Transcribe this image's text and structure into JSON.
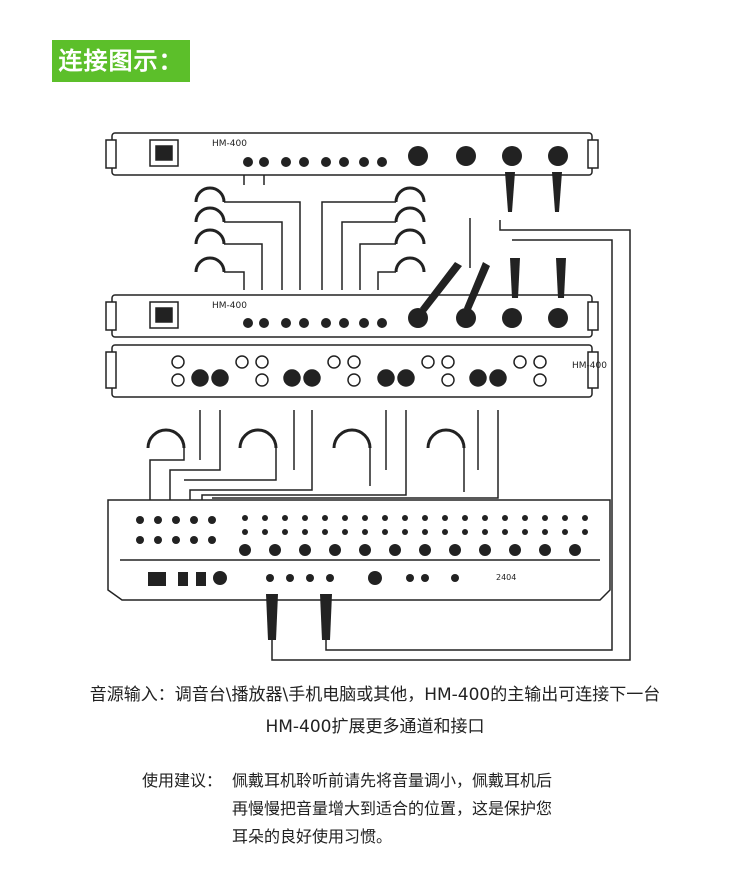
{
  "header": {
    "title": "连接图示："
  },
  "devices": {
    "model_label": "HM-400",
    "mixer_model": "2404"
  },
  "caption": {
    "line1": "音源输入：调音台\\播放器\\手机电脑或其他，HM-400的主输出可连接下一台",
    "line2": "HM-400扩展更多通道和接口"
  },
  "tip": {
    "label": "使用建议：",
    "line1": "佩戴耳机聆听前请先将音量调小，佩戴耳机后",
    "line2": "再慢慢把音量增大到适合的位置，这是保护您",
    "line3": "耳朵的良好使用习惯。"
  }
}
